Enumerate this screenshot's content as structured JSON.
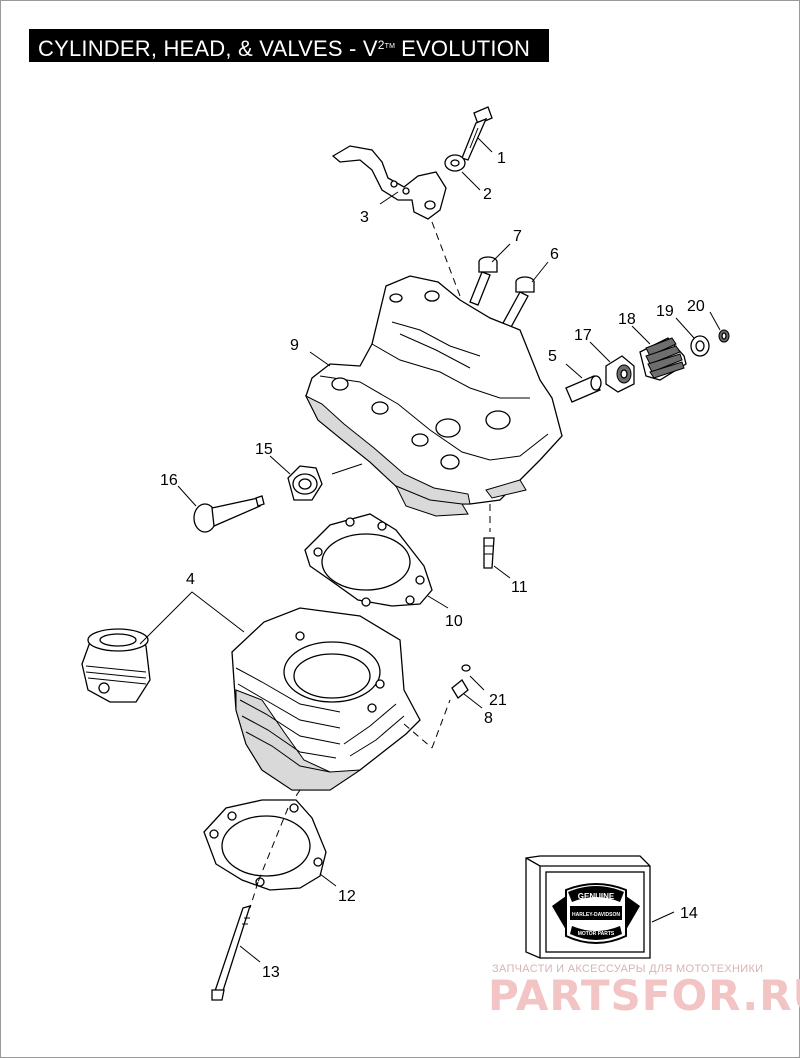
{
  "title": {
    "prefix": "CYLINDER, HEAD, & VALVES - V",
    "superscript": "2",
    "trademark": "TM",
    "suffix": "EVOLUTION"
  },
  "callouts": [
    "1",
    "2",
    "3",
    "4",
    "5",
    "6",
    "7",
    "8",
    "9",
    "10",
    "11",
    "12",
    "13",
    "14",
    "15",
    "16",
    "17",
    "18",
    "19",
    "20",
    "21"
  ],
  "logo": {
    "top": "GENUINE",
    "middle": "HARLEY-DAVIDSON",
    "bottom": "MOTOR PARTS"
  },
  "watermark": {
    "line1": "ЗАПЧАСТИ И АКСЕССУАРЫ ДЛЯ МОТОТЕХНИКИ",
    "line2": "PARTSFOR.RU"
  },
  "colors": {
    "title_bg": "#000000",
    "title_fg": "#ffffff",
    "watermark": "#f2c4c4"
  }
}
